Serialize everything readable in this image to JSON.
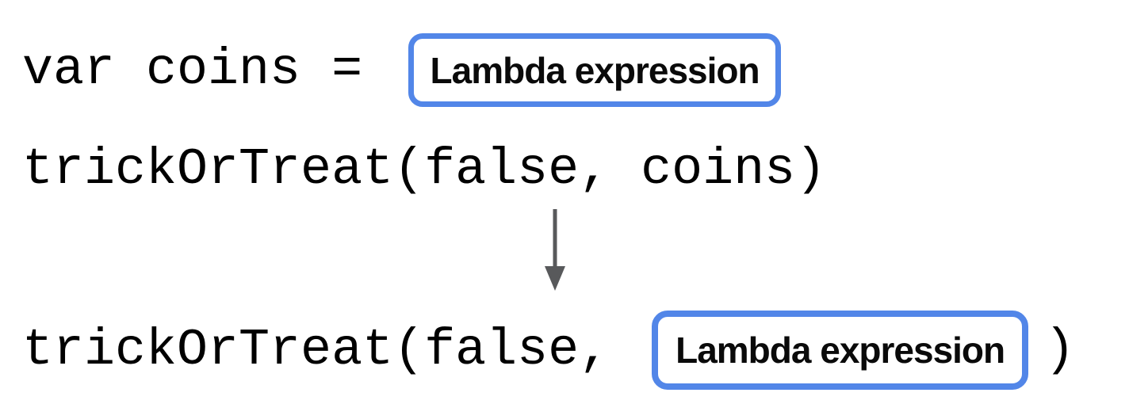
{
  "diagram": {
    "background_color": "#ffffff",
    "pill_border_color": "#5286e8",
    "arrow_color": "#58595b",
    "code_text_color": "#000000",
    "line1": {
      "code": "var coins =",
      "pill_label": "Lambda expression"
    },
    "line2": {
      "code": "trickOrTreat(false, coins)"
    },
    "arrow": {
      "icon": "down-arrow-icon",
      "direction": "down"
    },
    "line3": {
      "code_before": "trickOrTreat(false,",
      "pill_label": "Lambda expression",
      "code_after": ")"
    }
  }
}
